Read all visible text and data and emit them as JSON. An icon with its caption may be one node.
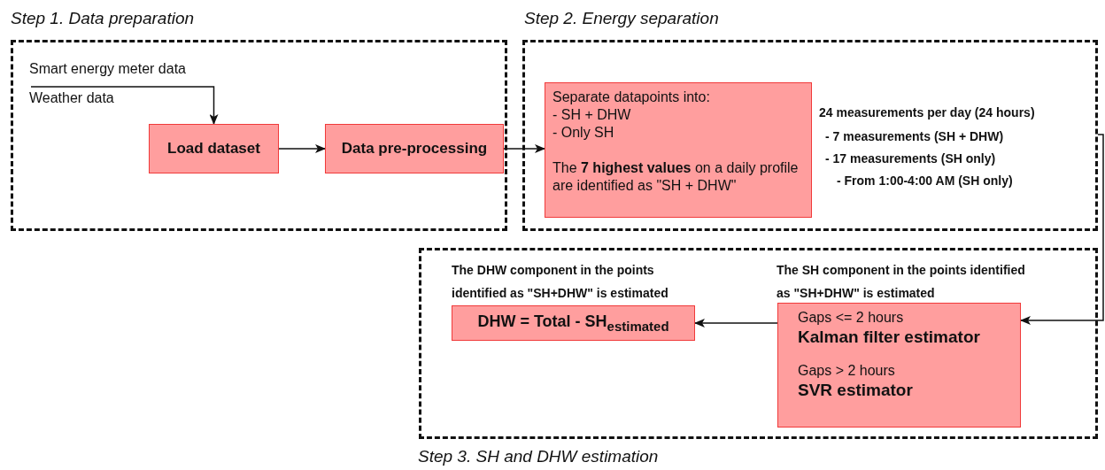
{
  "diagram": {
    "nodes": [
      {
        "text": [
          "Step 1. Data preparation"
        ]
      },
      {
        "text": [
          "Smart energy meter data"
        ],
        "in": 0
      },
      {
        "text": [
          "Weather data"
        ],
        "in": 0
      },
      {
        "text": [
          "Load dataset"
        ],
        "in": 0
      },
      {
        "text": [
          "Data pre-processing"
        ],
        "in": 0
      },
      {
        "text": [
          "Step 2. Energy separation"
        ]
      },
      {
        "text": [
          "Separate datapoints into:",
          "- SH + DHW",
          "- Only SH",
          "The **7 highest values** on a daily profile are identified as \"SH + DHW\""
        ],
        "in": 5
      },
      {
        "text": [
          "Step 3. SH and DHW estimation"
        ]
      },
      {
        "text": [
          "DHW = Total - SH$_{estimated}$"
        ],
        "in": 7,
        "beside": [
          "The DHW component in the points identified as \"SH+DHW\" is estimated"
        ]
      },
      {
        "text": [
          "Gaps <= 2 hours",
          "Kalman filter estimator",
          "Gaps > 2 hours",
          "SVR estimator"
        ],
        "in": 7,
        "beside": [
          "The SH component in the points identified as \"SH+DHW\" is estimated"
        ]
      }
    ],
    "edges": [
      {
        "from": 1,
        "to": 3,
        "arrow": "to"
      },
      {
        "from": 2,
        "to": 3,
        "arrow": "to"
      },
      {
        "from": 3,
        "to": 4,
        "arrow": "to"
      },
      {
        "from": 4,
        "to": 6,
        "arrow": "to"
      },
      {
        "from": 5,
        "to": 9,
        "arrow": "to"
      },
      {
        "from": 9,
        "to": 8,
        "arrow": "to"
      }
    ],
    "labels": [
      "24 measurements per day (24 hours)",
      "- 7 measurements (SH + DHW)",
      "- 17 measurements (SH only)",
      "- From 1:00-4:00 AM (SH only)"
    ]
  }
}
